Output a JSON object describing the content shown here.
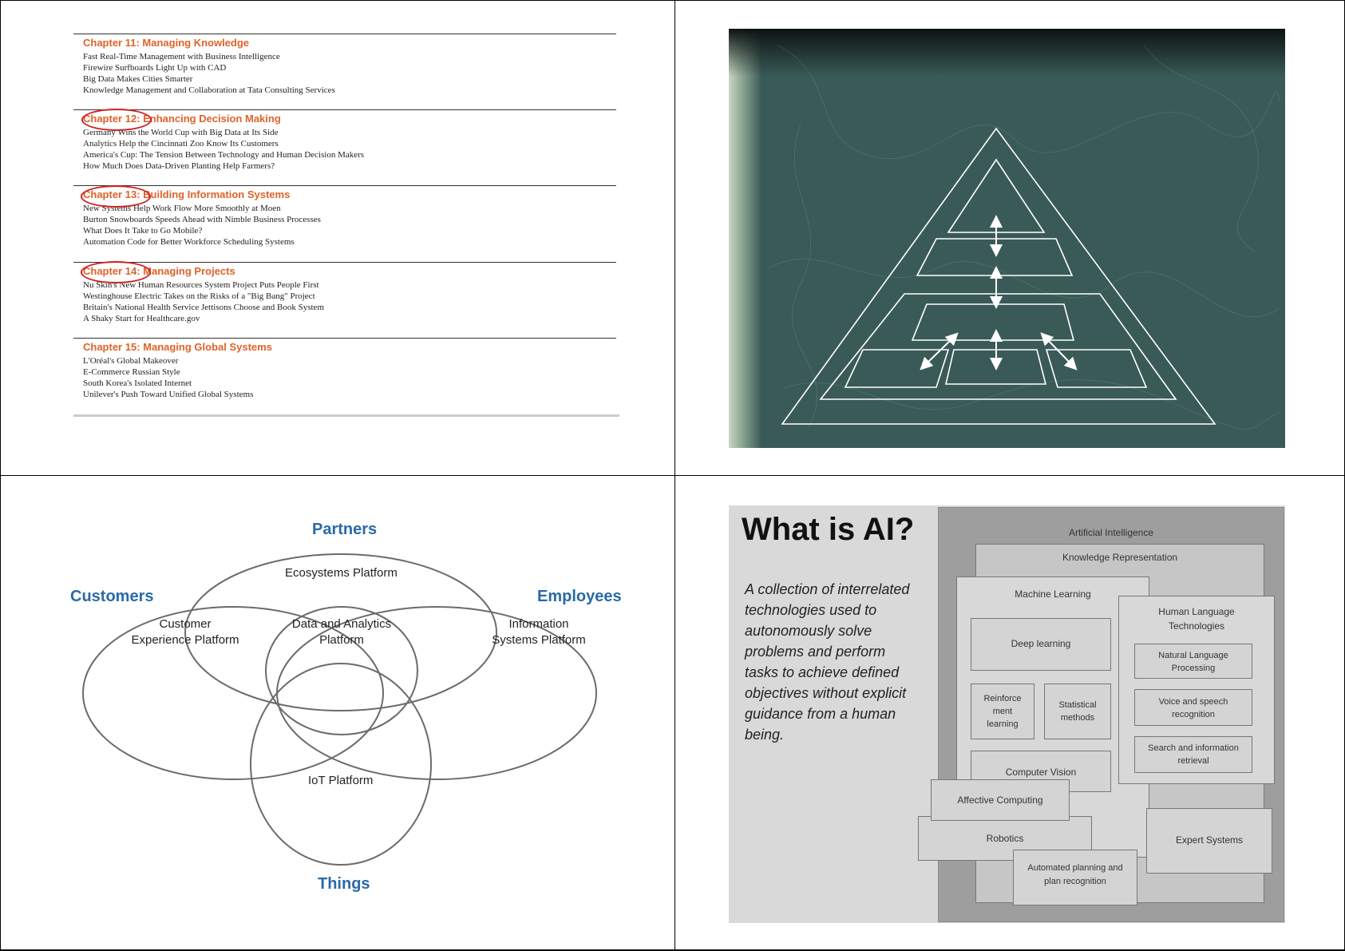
{
  "slide1": {
    "chapters": [
      {
        "title": "Chapter 11: Managing Knowledge",
        "items": [
          "Fast Real-Time Management with Business Intelligence",
          "Firewire Surfboards Light Up with CAD",
          "Big Data Makes Cities Smarter",
          "Knowledge Management and Collaboration at Tata Consulting Services"
        ]
      },
      {
        "title": "Chapter 12: Enhancing Decision Making",
        "items": [
          "Germany Wins the World Cup with Big Data at Its Side",
          "Analytics Help the Cincinnati Zoo Know Its Customers",
          "America's Cup: The Tension Between Technology and Human Decision Makers",
          "How Much Does Data-Driven Planting Help Farmers?"
        ]
      },
      {
        "title": "Chapter 13: Building Information Systems",
        "items": [
          "New Systems Help Work Flow More Smoothly at Moen",
          "Burton Snowboards Speeds Ahead with Nimble Business Processes",
          "What Does It Take to Go Mobile?",
          "Automation Code for Better Workforce Scheduling Systems"
        ]
      },
      {
        "title": "Chapter 14: Managing Projects",
        "items": [
          "Nu Skin's New Human Resources System Project Puts People First",
          "Westinghouse Electric Takes on the Risks of a \"Big Bang\" Project",
          "Britain's National Health Service Jettisons Choose and Book System",
          "A Shaky Start for Healthcare.gov"
        ]
      },
      {
        "title": "Chapter 15: Managing Global Systems",
        "items": [
          "L'Oréal's Global Makeover",
          "E-Commerce Russian Style",
          "South Korea's Isolated Internet",
          "Unilever's Push Toward Unified Global Systems"
        ]
      }
    ]
  },
  "slide3": {
    "labels": {
      "partners": "Partners",
      "customers": "Customers",
      "employees": "Employees",
      "things": "Things"
    },
    "platforms": {
      "ecosystems": "Ecosystems Platform",
      "customer_line1": "Customer",
      "customer_line2": "Experience Platform",
      "data_line1": "Data and Analytics",
      "data_line2": "Platform",
      "info_line1": "Information",
      "info_line2": "Systems Platform",
      "iot": "IoT Platform"
    }
  },
  "slide4": {
    "heading": "What is AI?",
    "description": "A collection of interrelated technologies used to autonomously solve problems and perform tasks to achieve defined objectives without explicit guidance from a human being.",
    "boxes": {
      "artificial_intelligence": "Artificial Intelligence",
      "knowledge_representation": "Knowledge Representation",
      "machine_learning": "Machine Learning",
      "deep_learning": "Deep learning",
      "reinforcement_learning": "Reinforce ment learning",
      "statistical_methods": "Statistical methods",
      "computer_vision": "Computer Vision",
      "human_language": "Human Language Technologies",
      "nlp": "Natural Language Processing",
      "voice": "Voice and speech recognition",
      "search": "Search and information retrieval",
      "affective": "Affective Computing",
      "robotics": "Robotics",
      "expert_systems": "Expert Systems",
      "planning": "Automated planning and plan recognition"
    }
  },
  "colors": {
    "chapter_title": "#e0622a",
    "circle_mark": "#d02020",
    "pyramid_background": "#3a5a57",
    "venn_label": "#2a6aa8"
  }
}
